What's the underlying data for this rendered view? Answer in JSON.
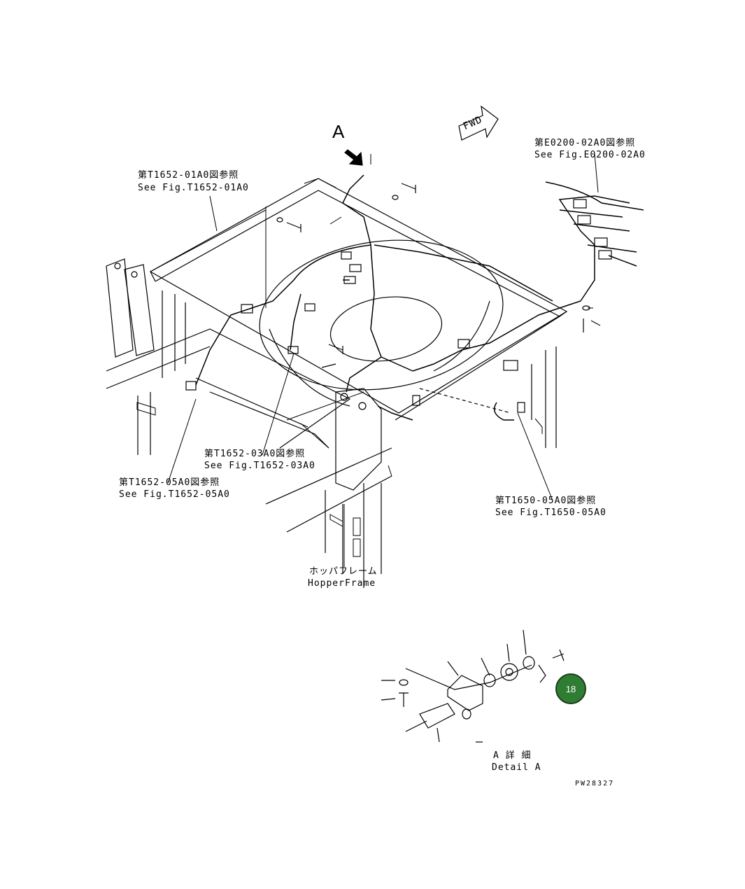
{
  "labels": {
    "view_a": "A",
    "fwd": "FWD",
    "ref_e0200_jp": "第E0200-02A0図参照",
    "ref_e0200_en": "See Fig.E0200-02A0",
    "ref_t1652_01_jp": "第T1652-01A0図参照",
    "ref_t1652_01_en": "See Fig.T1652-01A0",
    "ref_t1652_03_jp": "第T1652-03A0図参照",
    "ref_t1652_03_en": "See Fig.T1652-03A0",
    "ref_t1652_05_jp": "第T1652-05A0図参照",
    "ref_t1652_05_en": "See Fig.T1652-05A0",
    "ref_t1650_05_jp": "第T1650-05A0図参照",
    "ref_t1650_05_en": "See Fig.T1650-05A0",
    "hopper_jp": "ホッパフレーム",
    "hopper_en": "HopperFrame",
    "detail_jp": "A 詳 細",
    "detail_en": "Detail A",
    "drawing_no": "PW28327"
  },
  "callouts": [
    {
      "number": "18",
      "color": "#2e7d32"
    }
  ],
  "colors": {
    "line": "#000000",
    "background": "#ffffff",
    "callout_fill": "#2e7d32"
  }
}
